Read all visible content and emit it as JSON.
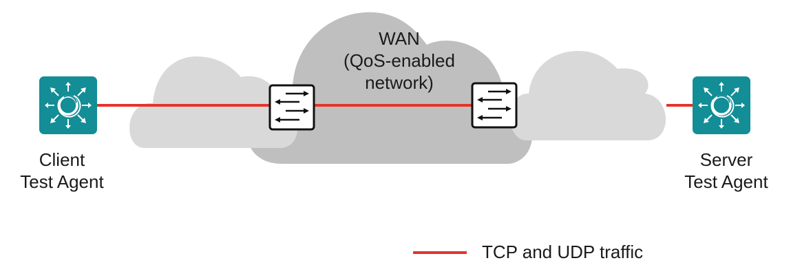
{
  "colors": {
    "agent_teal": "#138d96",
    "traffic_red": "#e5332a",
    "wan_cloud": "#bfbfbf",
    "side_cloud": "#d9d9d9",
    "router_border": "#111111"
  },
  "wan": {
    "label_line1": "WAN",
    "label_line2": "(QoS-enabled",
    "label_line3": "network)"
  },
  "client": {
    "icon": "test-agent-icon",
    "label_line1": "Client",
    "label_line2": "Test Agent"
  },
  "server": {
    "icon": "test-agent-icon",
    "label_line1": "Server",
    "label_line2": "Test Agent"
  },
  "routers": [
    {
      "icon": "switch-arrows-icon",
      "position": "left-edge-of-wan"
    },
    {
      "icon": "switch-arrows-icon",
      "position": "right-edge-of-wan"
    }
  ],
  "legend": {
    "items": [
      {
        "label": "TCP and UDP traffic",
        "color": "#e5332a",
        "style": "solid-line"
      }
    ]
  }
}
